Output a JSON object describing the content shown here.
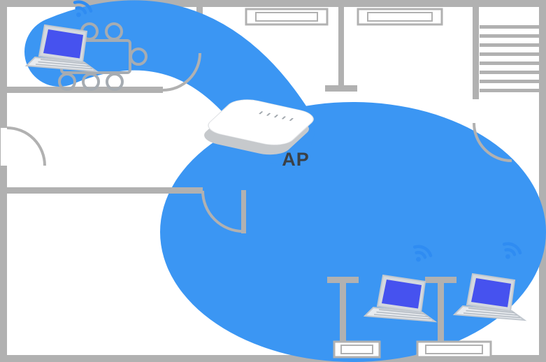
{
  "diagram": {
    "ap": {
      "label": "AP"
    },
    "devices": [
      {
        "name": "laptop-top-left",
        "type": "laptop",
        "wifi_connected": true
      },
      {
        "name": "laptop-bottom-center",
        "type": "laptop",
        "wifi_connected": true
      },
      {
        "name": "laptop-bottom-right",
        "type": "laptop",
        "wifi_connected": true
      }
    ],
    "colors": {
      "background": "#FFFFFF",
      "coverage": "#3B96F3",
      "wall": "#B1B1B1",
      "furniture": "#A6ACB2",
      "laptop_screen": "#4652EF",
      "laptop_frame": "#D4D9DF",
      "laptop_base": "#E8EBEF",
      "wifi_icon": "#2F8CF2",
      "ap_face": "#FFFFFF",
      "ap_edge": "#C6C9CC",
      "label_text": "#3A4046"
    }
  }
}
